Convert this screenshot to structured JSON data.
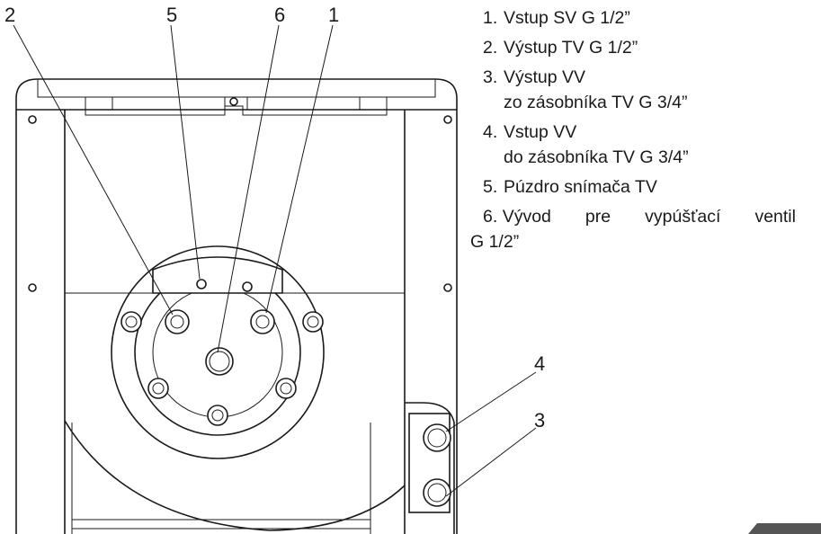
{
  "callouts": {
    "c1": "1",
    "c2": "2",
    "c3": "3",
    "c4": "4",
    "c5": "5",
    "c6": "6"
  },
  "legend": [
    {
      "num": "1.",
      "lines": [
        "Vstup SV G 1/2”"
      ]
    },
    {
      "num": "2.",
      "lines": [
        "Výstup TV G 1/2”"
      ]
    },
    {
      "num": "3.",
      "lines": [
        "Výstup VV",
        "zo zásobníka TV G 3/4”"
      ]
    },
    {
      "num": "4.",
      "lines": [
        "Vstup VV",
        "do zásobníka TV G 3/4”"
      ]
    },
    {
      "num": "5.",
      "lines": [
        "Púzdro snímača TV"
      ]
    },
    {
      "num": "6.",
      "words": [
        "Vývod",
        "pre",
        "vypúšťací",
        "ventil"
      ],
      "wrap": "G 1/2”"
    }
  ]
}
